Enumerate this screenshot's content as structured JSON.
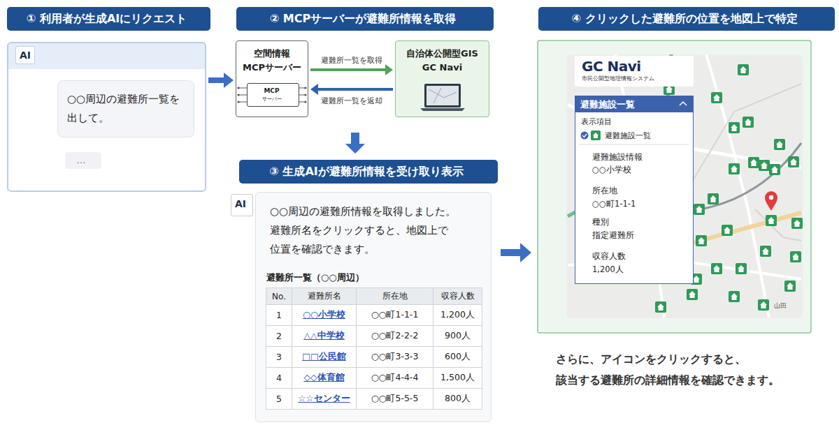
{
  "diagram": {
    "caption": "さらに、アイコンをクリックすると、 該当する避難所の詳細情報を確認できます。",
    "nodes": [
      {
        "text": [
          "① 利用者が生成AIにリクエスト"
        ]
      },
      {
        "text": [
          "AI"
        ]
      },
      {
        "text": [
          "○○周辺の避難所一覧を出して。"
        ],
        "in": 1
      },
      {
        "text": [
          "…"
        ],
        "in": 1
      },
      {
        "text": [
          "② MCPサーバーが避難所情報を取得"
        ]
      },
      {
        "text": [
          "空間情報 MCPサーバー"
        ]
      },
      {
        "text": [
          "MCP",
          "サーバー"
        ],
        "in": 5
      },
      {
        "text": [
          "自治体公開型GIS GC Navi"
        ]
      },
      {
        "text": [
          "③ 生成AIが避難所情報を受け取り表示"
        ]
      },
      {
        "text": [
          "AI"
        ]
      },
      {
        "text": [
          "○○周辺の避難所情報を取得しました。 避難所名をクリックすると、地図上で 位置を確認できます。"
        ]
      },
      {
        "text": [
          "④ クリックした避難所の位置を地図上で特定"
        ]
      },
      {
        "text": [
          "GC Navi",
          "市民公開型地理情報システム"
        ]
      },
      {
        "text": [
          "避難施設一覧",
          "表示項目",
          "避難施設一覧",
          "避難施設情報",
          "○○小学校",
          "所在地",
          "○○町1-1-1",
          "種別",
          "指定避難所",
          "収容人数",
          "1,200人"
        ]
      }
    ],
    "edges": [
      {
        "from": 1,
        "to": 5,
        "arrow": "to"
      },
      {
        "from": 5,
        "to": 7,
        "label": "避難所一覧を取得",
        "arrow": "to"
      },
      {
        "from": 7,
        "to": 5,
        "label": "避難所一覧を返却",
        "arrow": "to"
      }
    ],
    "labels": [
      "避難所一覧（○○周辺）",
      "No.",
      "避難所名",
      "所在地",
      "収容人数",
      "1",
      "○○小学校",
      "○○町1-1-1",
      "1,200人",
      "2",
      "△△中学校",
      "○○町2-2-2",
      "900人",
      "3",
      "□□公民館",
      "○○町3-3-3",
      "600人",
      "4",
      "◇◇体育館",
      "○○町4-4-4",
      "1,500人",
      "5",
      "☆☆センター",
      "○○町5-5-5",
      "800人",
      "山田"
    ]
  }
}
